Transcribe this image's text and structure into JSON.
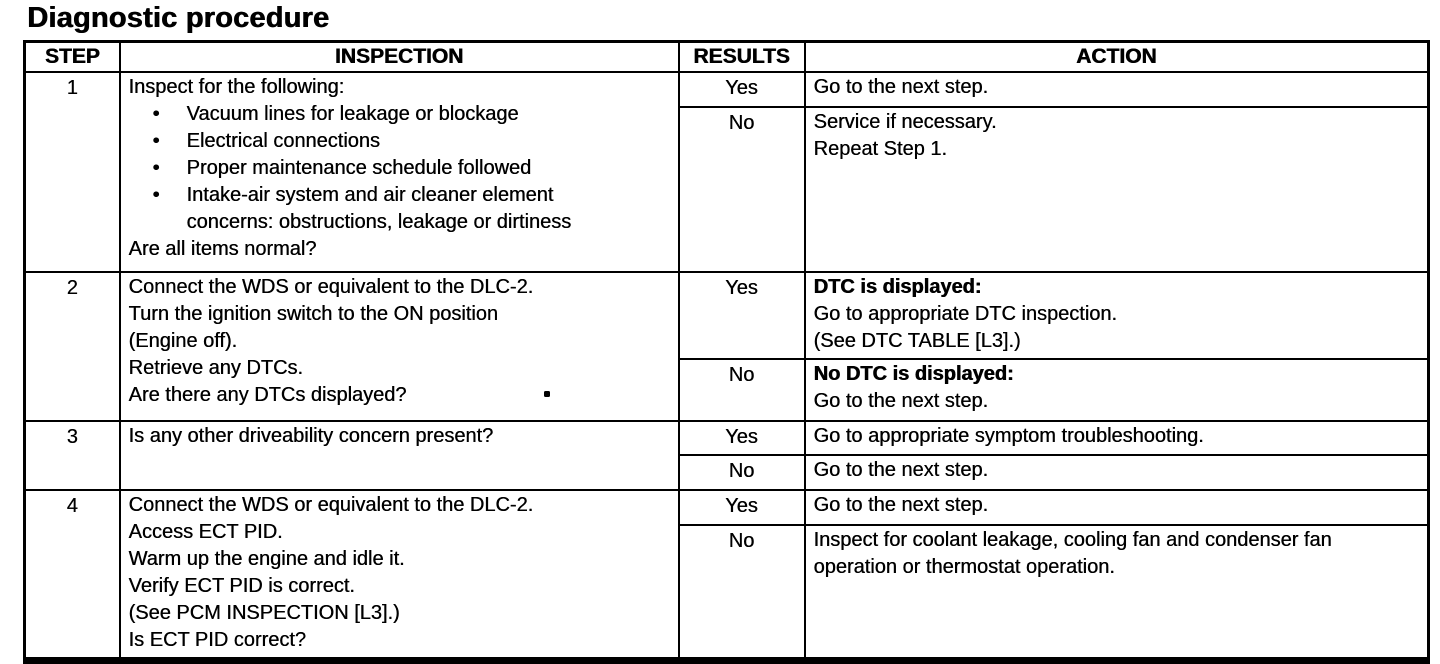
{
  "page_title": "Diagnostic procedure",
  "glyphs": {
    "bullet": "•"
  },
  "table": {
    "headers": {
      "step": "STEP",
      "inspection": "INSPECTION",
      "results": "RESULTS",
      "action": "ACTION"
    },
    "steps": [
      {
        "num": "1",
        "inspection_intro": "Inspect for the following:",
        "inspection_bullets": [
          "Vacuum lines for leakage or blockage",
          "Electrical connections",
          "Proper maintenance schedule followed",
          "Intake-air system and air cleaner element concerns: obstructions, leakage or dirtiness"
        ],
        "inspection_question": "Are all items normal?",
        "results": [
          {
            "label": "Yes",
            "action_lines": [
              "Go to the next step."
            ]
          },
          {
            "label": "No",
            "action_lines": [
              "Service if necessary.",
              "Repeat Step 1."
            ]
          }
        ]
      },
      {
        "num": "2",
        "inspection_lines": [
          "Connect the WDS or equivalent to the DLC-2.",
          "Turn the ignition switch to the ON position",
          "(Engine off).",
          "Retrieve any DTCs.",
          "Are there any DTCs displayed?"
        ],
        "results": [
          {
            "label": "Yes",
            "action_heading": "DTC is displayed:",
            "action_lines": [
              "Go to appropriate DTC inspection.",
              "(See DTC TABLE [L3].)"
            ]
          },
          {
            "label": "No",
            "action_heading": "No DTC is displayed:",
            "action_lines": [
              "Go to the next step."
            ]
          }
        ]
      },
      {
        "num": "3",
        "inspection_lines": [
          "Is any other driveability concern present?"
        ],
        "results": [
          {
            "label": "Yes",
            "action_lines": [
              "Go to appropriate symptom troubleshooting."
            ]
          },
          {
            "label": "No",
            "action_lines": [
              "Go to the next step."
            ]
          }
        ]
      },
      {
        "num": "4",
        "inspection_lines": [
          "Connect the WDS or equivalent to the DLC-2.",
          "Access ECT PID.",
          "Warm up the engine and idle it.",
          "Verify ECT PID is correct.",
          "(See PCM INSPECTION [L3].)",
          "Is ECT PID correct?"
        ],
        "results": [
          {
            "label": "Yes",
            "action_lines": [
              "Go to the next step."
            ]
          },
          {
            "label": "No",
            "action_lines": [
              "Inspect for coolant leakage, cooling fan and condenser fan operation or thermostat operation."
            ]
          }
        ]
      }
    ]
  }
}
